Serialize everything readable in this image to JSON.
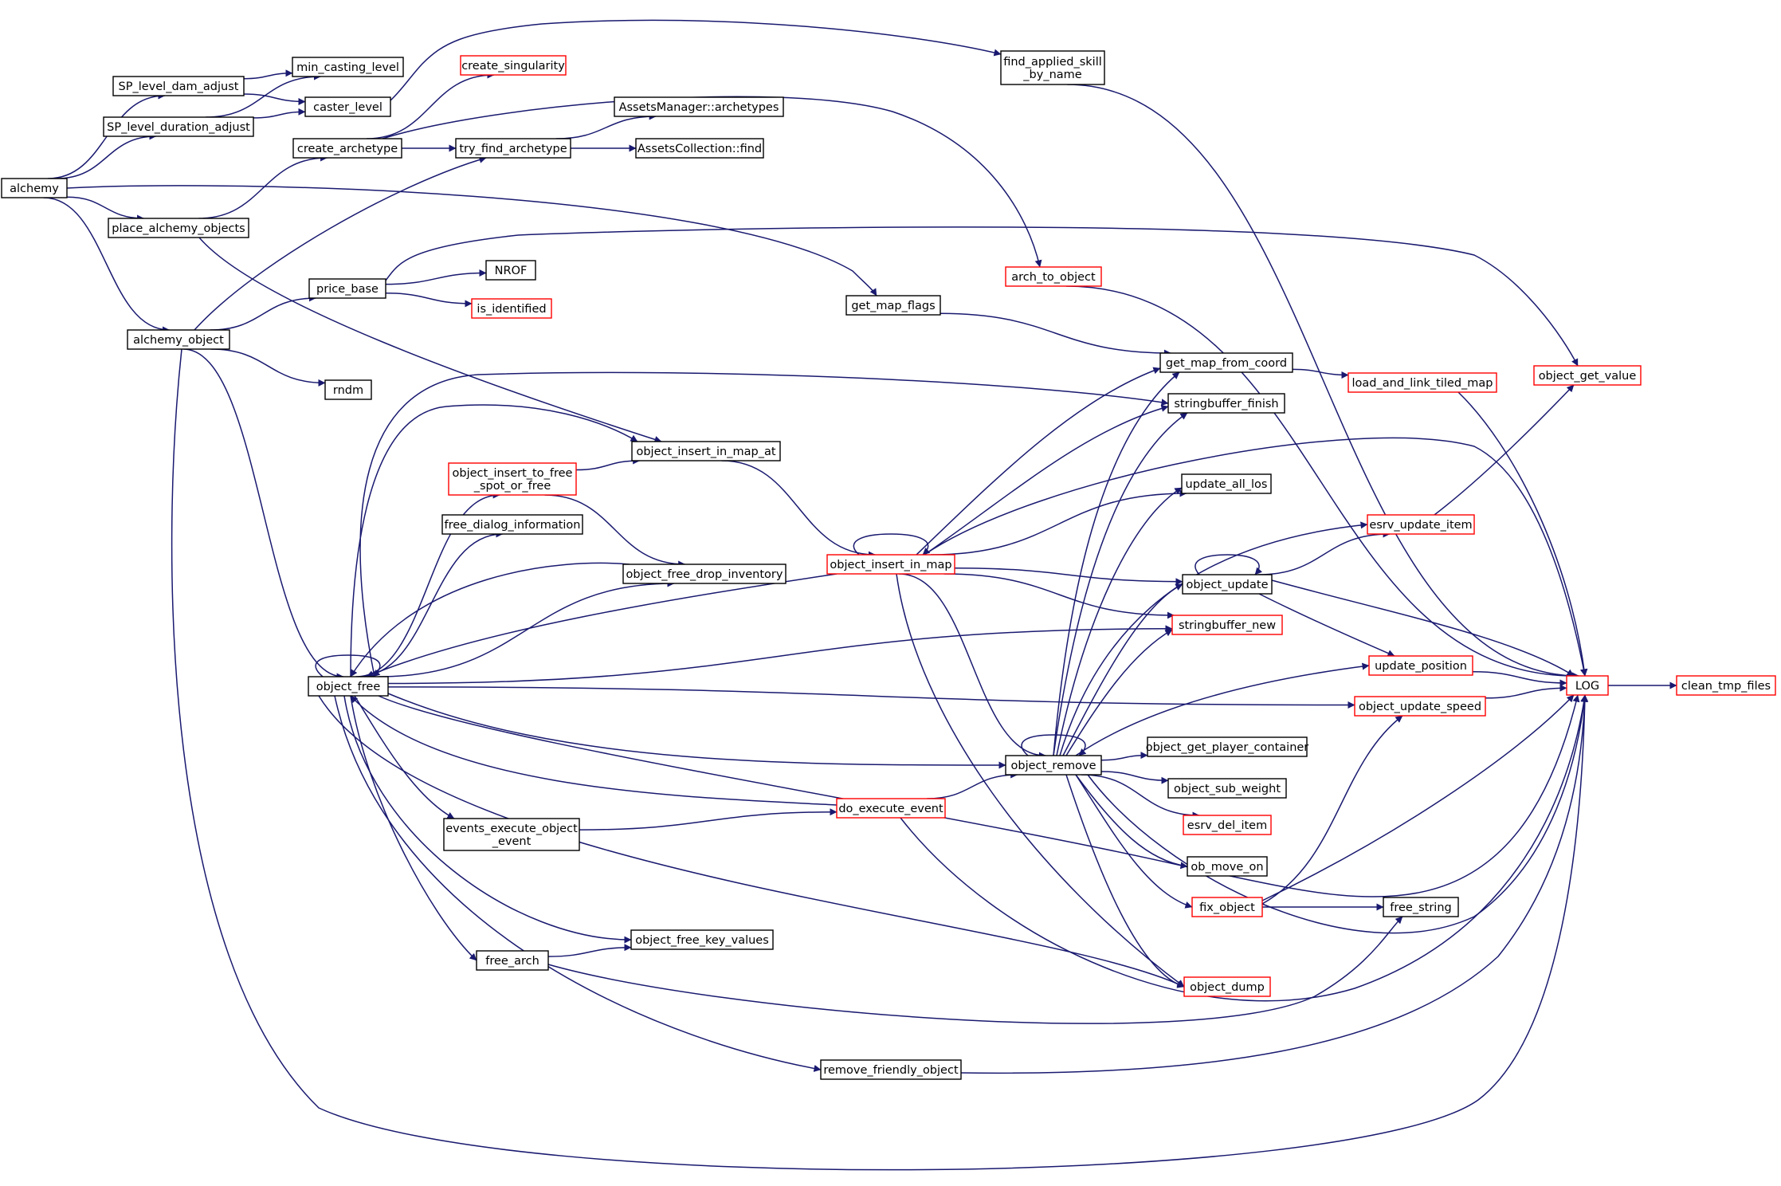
{
  "colors": {
    "edge": "#191970",
    "border_default": "#000000",
    "border_truncated": "#ff0000",
    "fill_root": "#bfbfbf",
    "fill_default": "#ffffff"
  },
  "nodes": [
    {
      "id": "alchemy",
      "lines": [
        "alchemy"
      ],
      "style": "root"
    },
    {
      "id": "sp_level_dam_adjust",
      "lines": [
        "SP_level_dam_adjust"
      ],
      "style": "normal"
    },
    {
      "id": "sp_level_duration_adjust",
      "lines": [
        "SP_level_duration_adjust"
      ],
      "style": "normal"
    },
    {
      "id": "min_casting_level",
      "lines": [
        "min_casting_level"
      ],
      "style": "normal"
    },
    {
      "id": "caster_level",
      "lines": [
        "caster_level"
      ],
      "style": "normal"
    },
    {
      "id": "create_singularity",
      "lines": [
        "create_singularity"
      ],
      "style": "truncated"
    },
    {
      "id": "find_applied_skill_by_name",
      "lines": [
        "find_applied_skill",
        "_by_name"
      ],
      "style": "normal"
    },
    {
      "id": "create_archetype",
      "lines": [
        "create_archetype"
      ],
      "style": "normal"
    },
    {
      "id": "try_find_archetype",
      "lines": [
        "try_find_archetype"
      ],
      "style": "normal"
    },
    {
      "id": "assetsmanager_archetypes",
      "lines": [
        "AssetsManager::archetypes"
      ],
      "style": "normal"
    },
    {
      "id": "assetscollection_find",
      "lines": [
        "AssetsCollection::find"
      ],
      "style": "normal"
    },
    {
      "id": "place_alchemy_objects",
      "lines": [
        "place_alchemy_objects"
      ],
      "style": "normal"
    },
    {
      "id": "arch_to_object",
      "lines": [
        "arch_to_object"
      ],
      "style": "truncated"
    },
    {
      "id": "nrof",
      "lines": [
        "NROF"
      ],
      "style": "normal"
    },
    {
      "id": "price_base",
      "lines": [
        "price_base"
      ],
      "style": "normal"
    },
    {
      "id": "is_identified",
      "lines": [
        "is_identified"
      ],
      "style": "truncated"
    },
    {
      "id": "get_map_flags",
      "lines": [
        "get_map_flags"
      ],
      "style": "normal"
    },
    {
      "id": "alchemy_object",
      "lines": [
        "alchemy_object"
      ],
      "style": "normal"
    },
    {
      "id": "get_map_from_coord",
      "lines": [
        "get_map_from_coord"
      ],
      "style": "normal"
    },
    {
      "id": "load_and_link_tiled_map",
      "lines": [
        "load_and_link_tiled_map"
      ],
      "style": "truncated"
    },
    {
      "id": "object_get_value",
      "lines": [
        "object_get_value"
      ],
      "style": "truncated"
    },
    {
      "id": "rndm",
      "lines": [
        "rndm"
      ],
      "style": "normal"
    },
    {
      "id": "stringbuffer_finish",
      "lines": [
        "stringbuffer_finish"
      ],
      "style": "normal"
    },
    {
      "id": "object_insert_in_map_at",
      "lines": [
        "object_insert_in_map_at"
      ],
      "style": "normal"
    },
    {
      "id": "object_insert_to_free_spot_or_free",
      "lines": [
        "object_insert_to_free",
        "_spot_or_free"
      ],
      "style": "truncated"
    },
    {
      "id": "update_all_los",
      "lines": [
        "update_all_los"
      ],
      "style": "normal"
    },
    {
      "id": "free_dialog_information",
      "lines": [
        "free_dialog_information"
      ],
      "style": "normal"
    },
    {
      "id": "esrv_update_item",
      "lines": [
        "esrv_update_item"
      ],
      "style": "truncated"
    },
    {
      "id": "object_insert_in_map",
      "lines": [
        "object_insert_in_map"
      ],
      "style": "truncated"
    },
    {
      "id": "object_free_drop_inventory",
      "lines": [
        "object_free_drop_inventory"
      ],
      "style": "normal"
    },
    {
      "id": "object_update",
      "lines": [
        "object_update"
      ],
      "style": "normal"
    },
    {
      "id": "stringbuffer_new",
      "lines": [
        "stringbuffer_new"
      ],
      "style": "truncated"
    },
    {
      "id": "update_position",
      "lines": [
        "update_position"
      ],
      "style": "truncated"
    },
    {
      "id": "object_free",
      "lines": [
        "object_free"
      ],
      "style": "normal"
    },
    {
      "id": "log",
      "lines": [
        "LOG"
      ],
      "style": "truncated"
    },
    {
      "id": "clean_tmp_files",
      "lines": [
        "clean_tmp_files"
      ],
      "style": "truncated"
    },
    {
      "id": "object_update_speed",
      "lines": [
        "object_update_speed"
      ],
      "style": "truncated"
    },
    {
      "id": "object_get_player_container",
      "lines": [
        "object_get_player_container"
      ],
      "style": "normal"
    },
    {
      "id": "object_remove",
      "lines": [
        "object_remove"
      ],
      "style": "normal"
    },
    {
      "id": "object_sub_weight",
      "lines": [
        "object_sub_weight"
      ],
      "style": "normal"
    },
    {
      "id": "do_execute_event",
      "lines": [
        "do_execute_event"
      ],
      "style": "truncated"
    },
    {
      "id": "events_execute_object_event",
      "lines": [
        "events_execute_object",
        "_event"
      ],
      "style": "normal"
    },
    {
      "id": "esrv_del_item",
      "lines": [
        "esrv_del_item"
      ],
      "style": "truncated"
    },
    {
      "id": "ob_move_on",
      "lines": [
        "ob_move_on"
      ],
      "style": "normal"
    },
    {
      "id": "fix_object",
      "lines": [
        "fix_object"
      ],
      "style": "truncated"
    },
    {
      "id": "free_string",
      "lines": [
        "free_string"
      ],
      "style": "normal"
    },
    {
      "id": "object_free_key_values",
      "lines": [
        "object_free_key_values"
      ],
      "style": "normal"
    },
    {
      "id": "free_arch",
      "lines": [
        "free_arch"
      ],
      "style": "normal"
    },
    {
      "id": "object_dump",
      "lines": [
        "object_dump"
      ],
      "style": "truncated"
    },
    {
      "id": "remove_friendly_object",
      "lines": [
        "remove_friendly_object"
      ],
      "style": "normal"
    }
  ],
  "edges": [
    [
      "alchemy",
      "sp_level_dam_adjust"
    ],
    [
      "alchemy",
      "sp_level_duration_adjust"
    ],
    [
      "alchemy",
      "place_alchemy_objects"
    ],
    [
      "alchemy",
      "alchemy_object"
    ],
    [
      "alchemy",
      "get_map_flags"
    ],
    [
      "sp_level_dam_adjust",
      "min_casting_level"
    ],
    [
      "sp_level_dam_adjust",
      "caster_level"
    ],
    [
      "sp_level_duration_adjust",
      "min_casting_level"
    ],
    [
      "sp_level_duration_adjust",
      "caster_level"
    ],
    [
      "caster_level",
      "find_applied_skill_by_name"
    ],
    [
      "find_applied_skill_by_name",
      "log"
    ],
    [
      "create_archetype",
      "create_singularity"
    ],
    [
      "create_archetype",
      "try_find_archetype"
    ],
    [
      "create_archetype",
      "arch_to_object"
    ],
    [
      "try_find_archetype",
      "assetsmanager_archetypes"
    ],
    [
      "try_find_archetype",
      "assetscollection_find"
    ],
    [
      "place_alchemy_objects",
      "create_archetype"
    ],
    [
      "place_alchemy_objects",
      "object_insert_in_map_at"
    ],
    [
      "alchemy_object",
      "try_find_archetype"
    ],
    [
      "alchemy_object",
      "price_base"
    ],
    [
      "alchemy_object",
      "rndm"
    ],
    [
      "alchemy_object",
      "object_free"
    ],
    [
      "alchemy_object",
      "log"
    ],
    [
      "price_base",
      "nrof"
    ],
    [
      "price_base",
      "is_identified"
    ],
    [
      "price_base",
      "object_get_value"
    ],
    [
      "arch_to_object",
      "log"
    ],
    [
      "get_map_flags",
      "get_map_from_coord"
    ],
    [
      "get_map_from_coord",
      "load_and_link_tiled_map"
    ],
    [
      "load_and_link_tiled_map",
      "log"
    ],
    [
      "object_insert_in_map_at",
      "object_insert_in_map"
    ],
    [
      "object_insert_to_free_spot_or_free",
      "object_insert_in_map_at"
    ],
    [
      "object_insert_to_free_spot_or_free",
      "object_free_drop_inventory"
    ],
    [
      "object_insert_in_map",
      "object_insert_in_map"
    ],
    [
      "object_insert_in_map",
      "get_map_from_coord"
    ],
    [
      "object_insert_in_map",
      "stringbuffer_finish"
    ],
    [
      "object_insert_in_map",
      "update_all_los"
    ],
    [
      "object_insert_in_map",
      "object_update"
    ],
    [
      "object_insert_in_map",
      "stringbuffer_new"
    ],
    [
      "object_insert_in_map",
      "object_remove"
    ],
    [
      "object_insert_in_map",
      "object_dump"
    ],
    [
      "object_insert_in_map",
      "object_free"
    ],
    [
      "object_insert_in_map",
      "log"
    ],
    [
      "object_free",
      "object_free"
    ],
    [
      "object_free",
      "object_insert_in_map_at"
    ],
    [
      "object_free",
      "object_insert_to_free_spot_or_free"
    ],
    [
      "object_free",
      "free_dialog_information"
    ],
    [
      "object_free",
      "object_free_drop_inventory"
    ],
    [
      "object_free",
      "stringbuffer_finish"
    ],
    [
      "object_free",
      "stringbuffer_new"
    ],
    [
      "object_free",
      "object_update_speed"
    ],
    [
      "object_free",
      "object_remove"
    ],
    [
      "object_free",
      "events_execute_object_event"
    ],
    [
      "object_free",
      "object_free_key_values"
    ],
    [
      "object_free",
      "free_arch"
    ],
    [
      "object_free",
      "object_dump"
    ],
    [
      "object_free",
      "remove_friendly_object"
    ],
    [
      "object_free",
      "log"
    ],
    [
      "object_free_drop_inventory",
      "object_free"
    ],
    [
      "object_update",
      "object_update"
    ],
    [
      "object_update",
      "esrv_update_item"
    ],
    [
      "object_update",
      "update_position"
    ],
    [
      "object_update",
      "log"
    ],
    [
      "esrv_update_item",
      "object_get_value"
    ],
    [
      "update_position",
      "log"
    ],
    [
      "object_update_speed",
      "log"
    ],
    [
      "log",
      "clean_tmp_files"
    ],
    [
      "object_remove",
      "object_remove"
    ],
    [
      "object_remove",
      "get_map_from_coord"
    ],
    [
      "object_remove",
      "stringbuffer_finish"
    ],
    [
      "object_remove",
      "update_all_los"
    ],
    [
      "object_remove",
      "esrv_update_item"
    ],
    [
      "object_remove",
      "object_update"
    ],
    [
      "object_remove",
      "stringbuffer_new"
    ],
    [
      "object_remove",
      "update_position"
    ],
    [
      "object_remove",
      "object_get_player_container"
    ],
    [
      "object_remove",
      "object_sub_weight"
    ],
    [
      "object_remove",
      "esrv_del_item"
    ],
    [
      "object_remove",
      "ob_move_on"
    ],
    [
      "object_remove",
      "fix_object"
    ],
    [
      "object_remove",
      "object_dump"
    ],
    [
      "object_remove",
      "log"
    ],
    [
      "events_execute_object_event",
      "do_execute_event"
    ],
    [
      "do_execute_event",
      "object_remove"
    ],
    [
      "do_execute_event",
      "object_free"
    ],
    [
      "do_execute_event",
      "log"
    ],
    [
      "fix_object",
      "free_string"
    ],
    [
      "fix_object",
      "object_update_speed"
    ],
    [
      "fix_object",
      "log"
    ],
    [
      "free_arch",
      "object_free_key_values"
    ],
    [
      "free_arch",
      "free_string"
    ],
    [
      "remove_friendly_object",
      "log"
    ]
  ]
}
